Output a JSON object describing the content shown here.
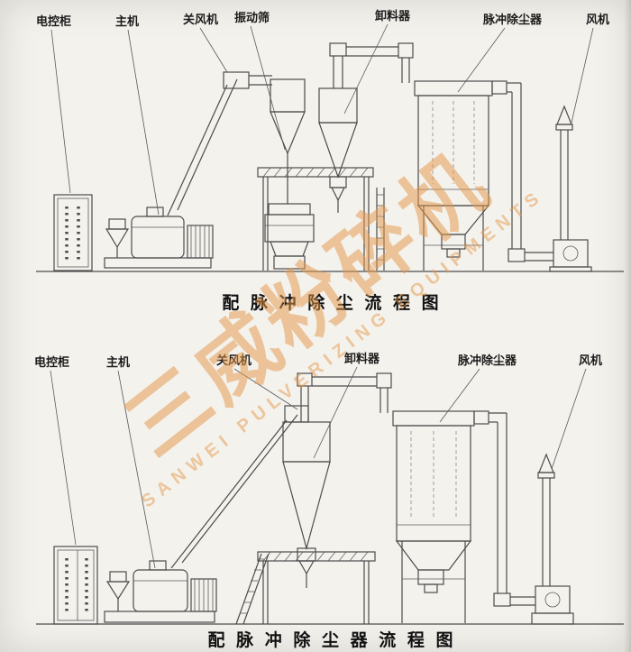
{
  "watermark": {
    "brand": "三威粉碎机",
    "subtitle": "SANWEI PULVERIZING EQUIPMENTS"
  },
  "top": {
    "caption": "配 脉 冲 除 尘 流 程 图",
    "labels": {
      "cabinet": "电控柜",
      "main_machine": "主机",
      "airlock": "关风机",
      "vibrating_screen": "振动筛",
      "discharger": "卸料器",
      "dust_collector": "脉冲除尘器",
      "fan": "风机"
    }
  },
  "bottom": {
    "caption": "配 脉 冲 除 尘 器 流 程 图",
    "labels": {
      "cabinet": "电控柜",
      "main_machine": "主机",
      "airlock": "关风机",
      "discharger": "卸料器",
      "dust_collector": "脉冲除尘器",
      "fan": "风机"
    }
  },
  "colors": {
    "line": "#4c4c4c",
    "watermark": "#e4984a",
    "paper": "#f4f2ed"
  }
}
